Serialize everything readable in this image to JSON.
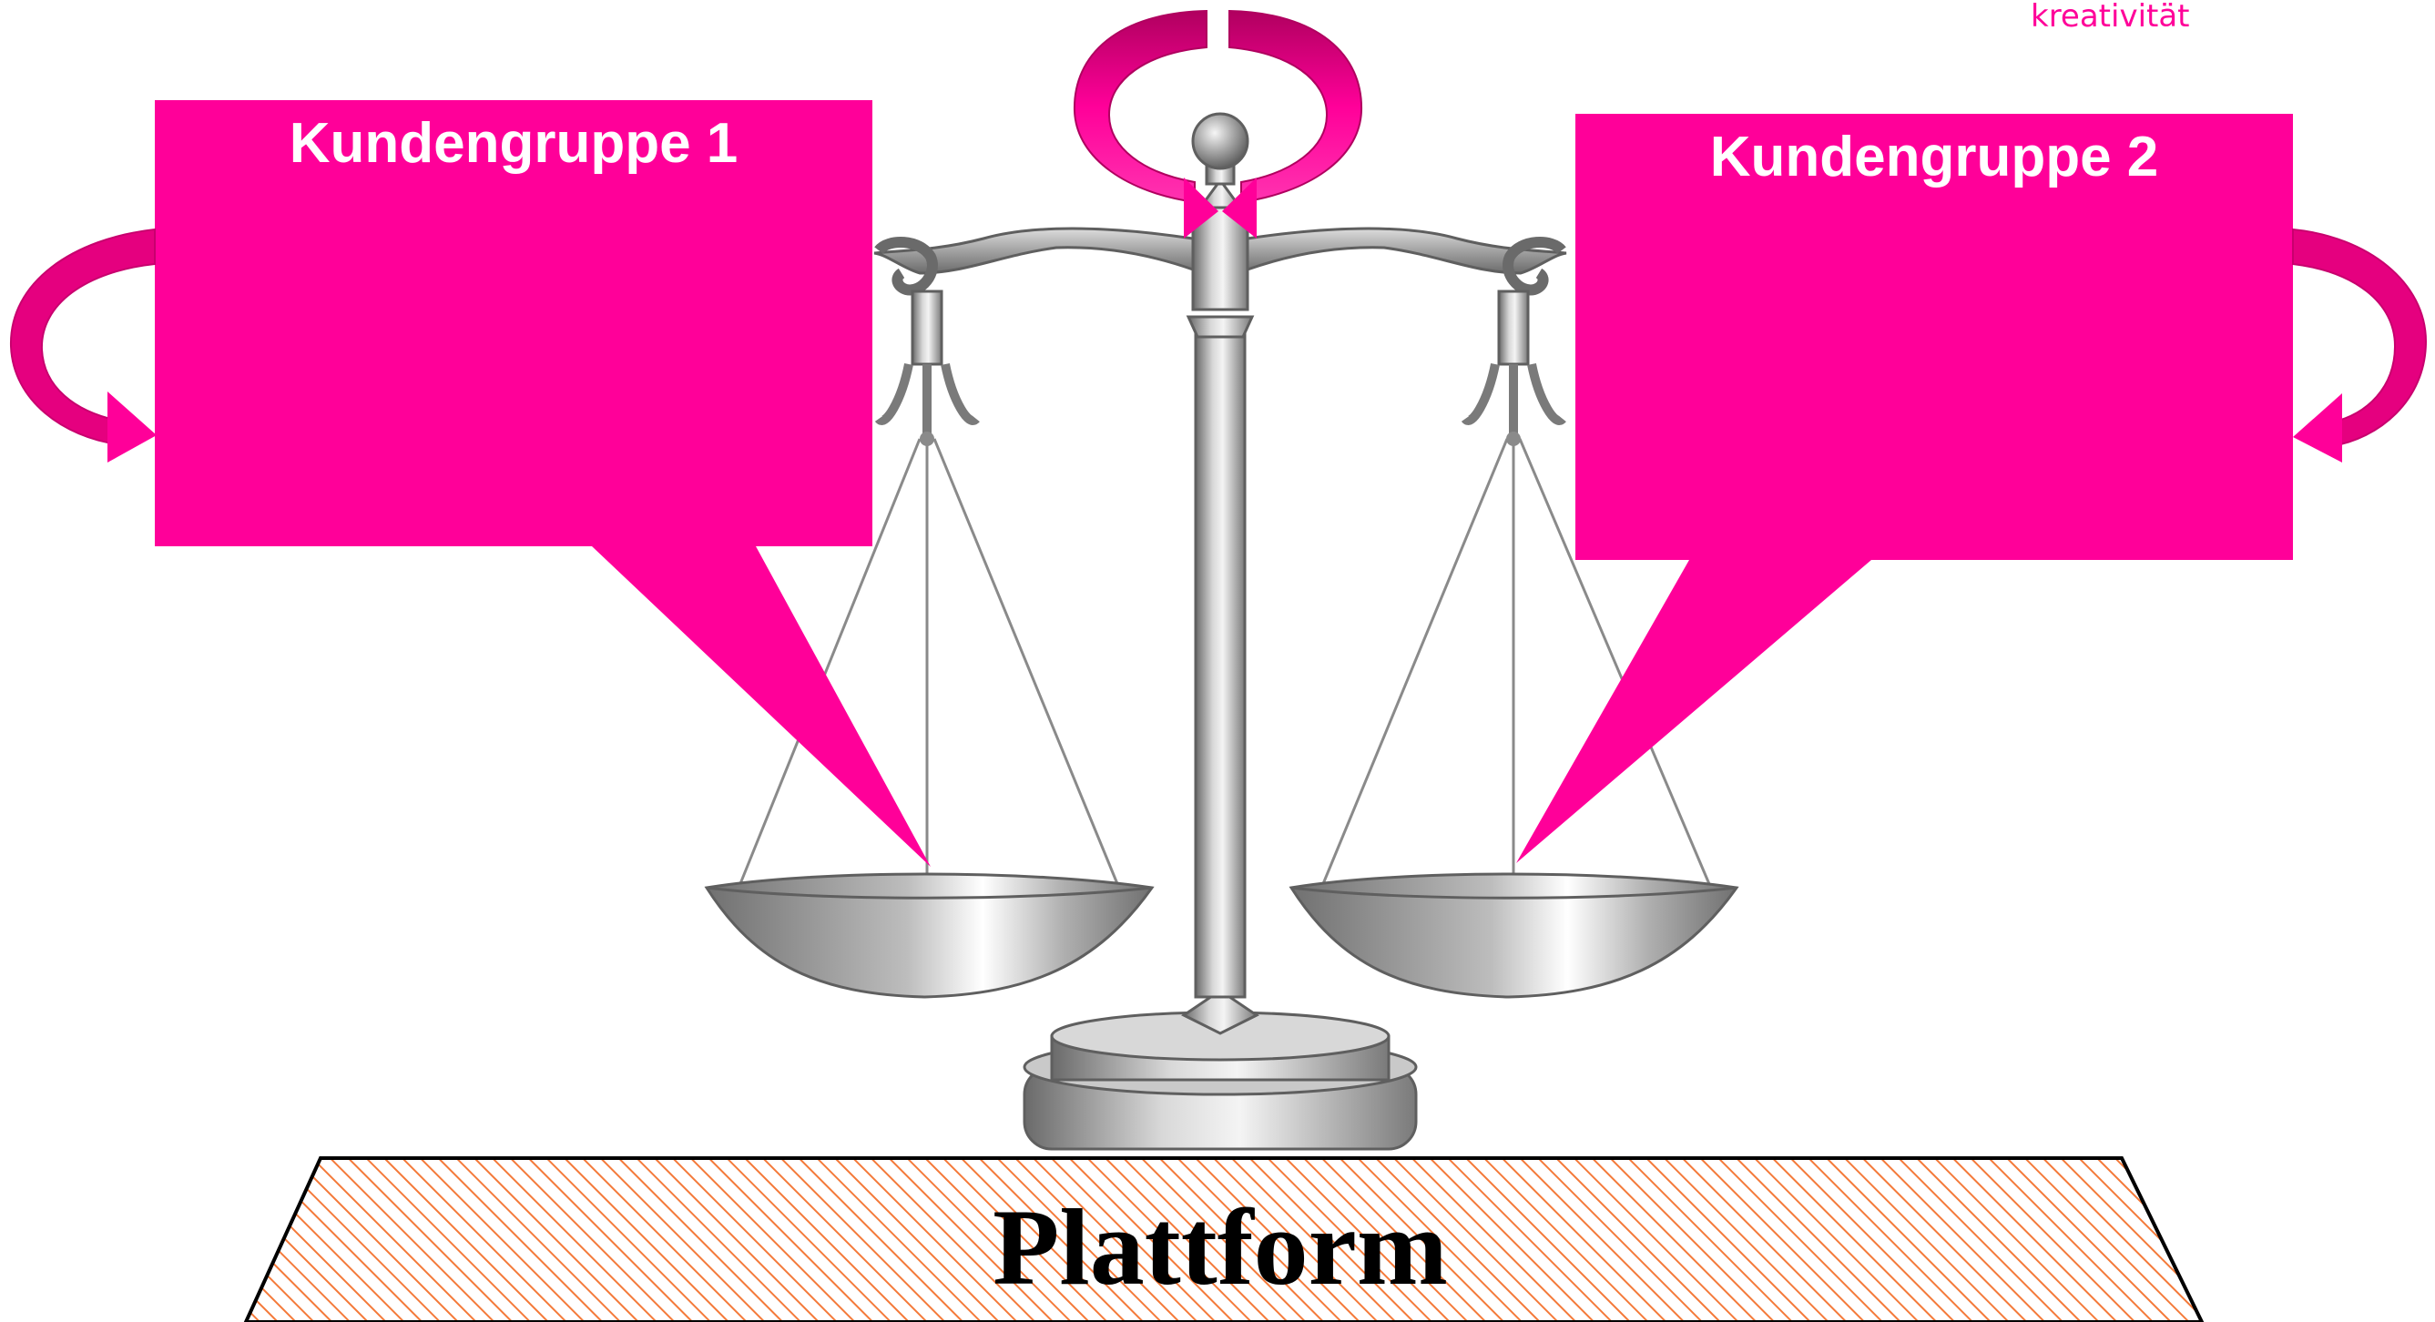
{
  "brand": {
    "text": "kreativität"
  },
  "callouts": {
    "left": {
      "title": "Kundengruppe 1"
    },
    "right": {
      "title": "Kundengruppe 2"
    }
  },
  "platform": {
    "label": "Plattform"
  },
  "icons": {
    "scale": "balance-scale-icon",
    "rotate_top": "circular-arrow-icon",
    "loop_left": "loop-arrow-left-icon",
    "loop_right": "loop-arrow-right-icon"
  },
  "colors": {
    "accent": "#FF0099",
    "accent_dark": "#C8006E",
    "hatch": "#F47A3A",
    "metal": "#A8A8A8",
    "metal_dark": "#5F5F5F"
  }
}
